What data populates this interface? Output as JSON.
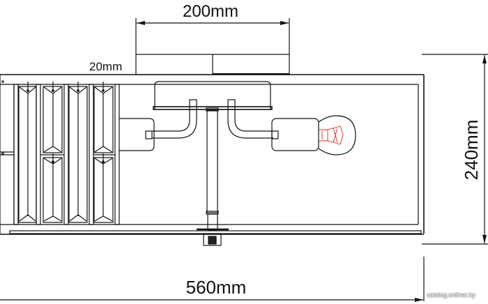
{
  "dimensions": {
    "canopy_width": "200mm",
    "canopy_height": "20mm",
    "overall_height": "240mm",
    "overall_width": "560mm"
  },
  "watermark": "catalog.onliner.by",
  "colors": {
    "line": "#111111",
    "filament": "#e8201c"
  }
}
